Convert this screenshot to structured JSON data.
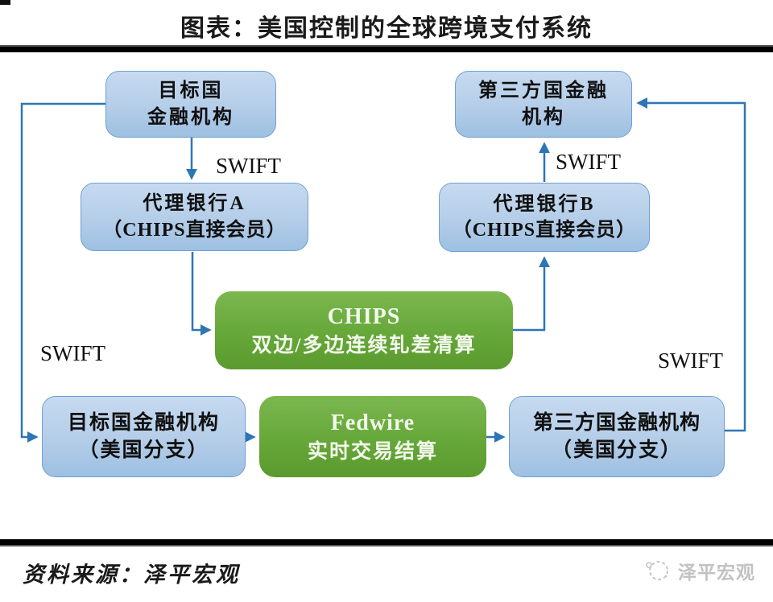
{
  "title": "图表：美国控制的全球跨境支付系统",
  "diagram": {
    "nodes": {
      "target_top": {
        "line1": "目标国",
        "line2": "金融机构"
      },
      "agent_a": {
        "line1": "代理银行A",
        "line2": "（CHIPS直接会员）"
      },
      "third_top": {
        "line1": "第三方国金融",
        "line2": "机构"
      },
      "agent_b": {
        "line1": "代理银行B",
        "line2": "（CHIPS直接会员）"
      },
      "chips": {
        "line1": "CHIPS",
        "line2": "双边/多边连续轧差清算"
      },
      "target_bottom": {
        "line1": "目标国金融机构",
        "line2": "（美国分支）"
      },
      "fedwire": {
        "line1": "Fedwire",
        "line2": "实时交易结算"
      },
      "third_bottom": {
        "line1": "第三方国金融机构",
        "line2": "（美国分支）"
      }
    },
    "labels": {
      "swift_top_left": "SWIFT",
      "swift_top_right": "SWIFT",
      "swift_mid_left": "SWIFT",
      "swift_mid_right": "SWIFT"
    },
    "colors": {
      "blue_box_top": "#c6daf0",
      "blue_box_mid": "#b4cde8",
      "blue_box_bottom": "#9dc0e2",
      "blue_border": "#6f9fd3",
      "green_box_top": "#7cb750",
      "green_box_mid": "#68a93b",
      "green_box_bottom": "#5a9a2e",
      "arrow": "#2e75b6"
    }
  },
  "footer": {
    "source": "资料来源：泽平宏观",
    "brand": "泽平宏观"
  }
}
